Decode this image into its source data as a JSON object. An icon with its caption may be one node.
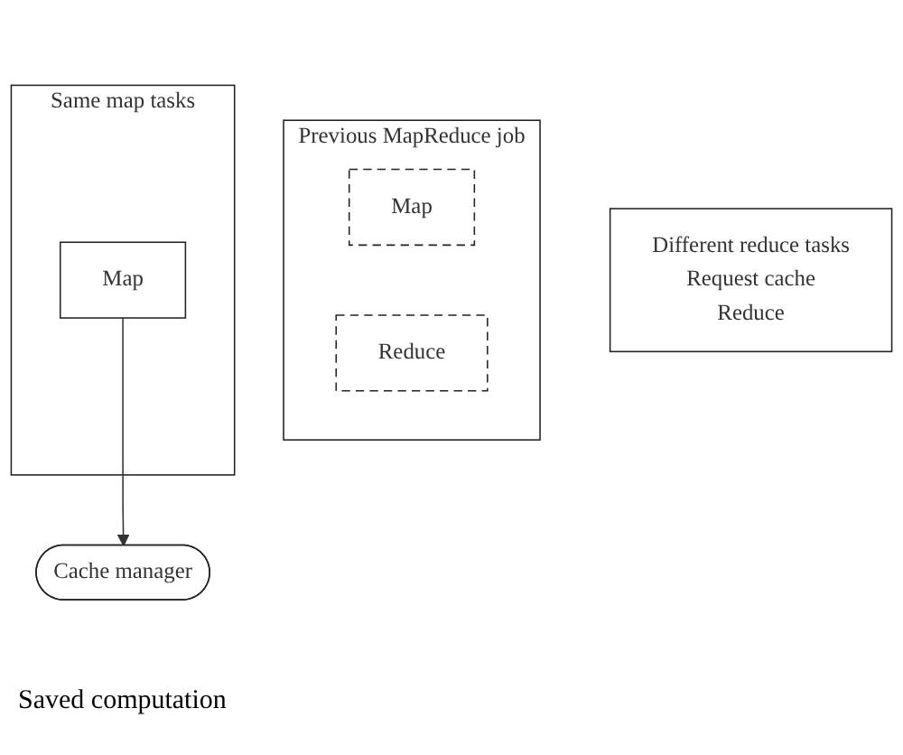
{
  "diagram": {
    "nodes": [
      {
        "text": [
          "Previous MapReduce job"
        ]
      },
      {
        "text": [
          "Map"
        ],
        "in": 0
      },
      {
        "text": [
          "Reduce"
        ],
        "in": 0
      },
      {
        "text": [
          "Cache manager"
        ]
      },
      {
        "text": [
          "Same map tasks"
        ]
      },
      {
        "text": [
          "Map"
        ],
        "in": 4
      },
      {
        "text": [
          "Different reduce tasks",
          "Request cache",
          "Reduce"
        ]
      }
    ],
    "edges": [
      {
        "from": 5,
        "to": 3,
        "arrow": "to"
      }
    ],
    "labels": [
      "Saved computation"
    ]
  }
}
